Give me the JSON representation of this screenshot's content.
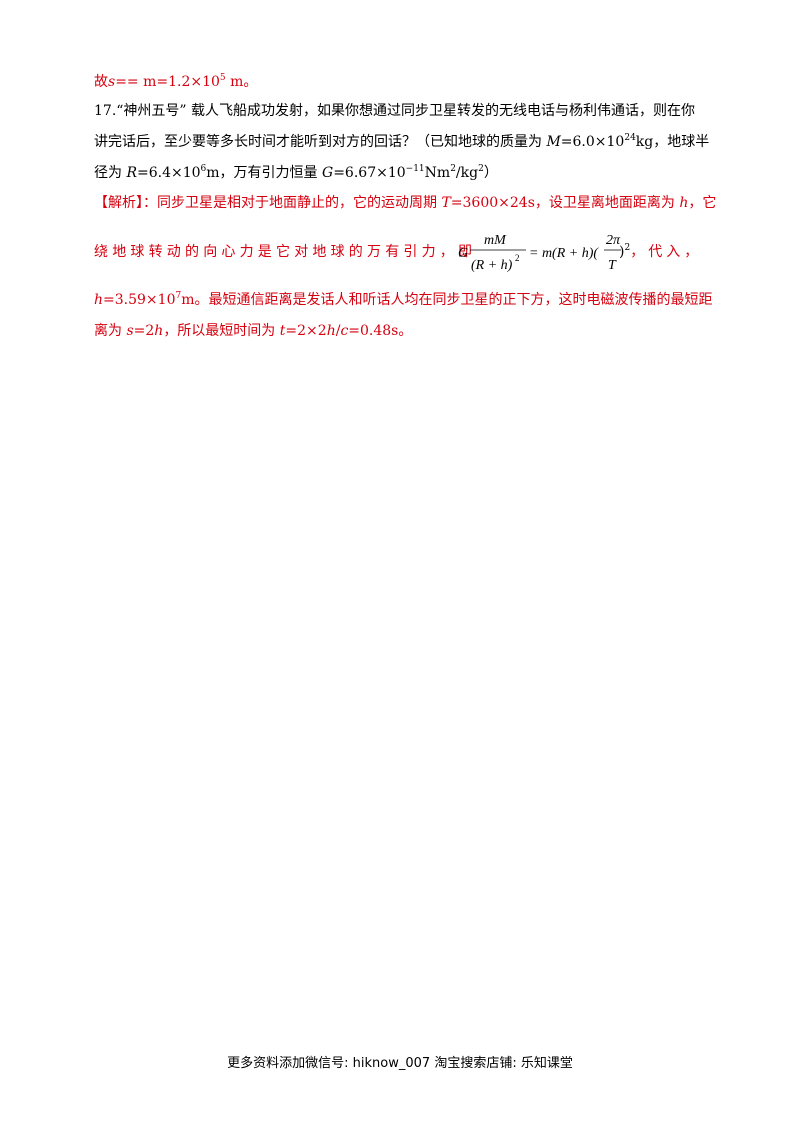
{
  "line1": {
    "prefix": "故",
    "s": "s",
    "eq": "== m=1.2×10",
    "exp": "5",
    "unit": " m。"
  },
  "q17": {
    "l1": "17.“神州五号” 载人飞船成功发射，如果你想通过同步卫星转发的无线电话与杨利伟通话，则在你",
    "l2_a": "讲完话后，至少要等多长时间才能听到对方的回话？（已知地球的质量为 ",
    "l2_M": "M",
    "l2_b": "=6.0×10",
    "l2_exp": "24",
    "l2_c": "kg，地球半",
    "l3_a": "径为 ",
    "l3_R": "R",
    "l3_b": "=6.4×10",
    "l3_exp": "6",
    "l3_c": "m，万有引力恒量 ",
    "l3_G": "G",
    "l3_d": "=6.67×10",
    "l3_exp2": "−11",
    "l3_e": "Nm",
    "l3_exp3": "2",
    "l3_f": "/kg",
    "l3_exp4": "2",
    "l3_g": "）"
  },
  "solution": {
    "tag": "【解析】",
    "l1_a": "：同步卫星是相对于地面静止的，它的运动周期 ",
    "l1_T": "T",
    "l1_b": "=3600×24s，设卫星离地面距离为 ",
    "l1_h": "h",
    "l1_c": "，它",
    "l2_a": "绕地球转动的向心力是它对地球的万有引力，即",
    "l2_b": "，代入，",
    "l3_h": "h",
    "l3_a": "=3.59×10",
    "l3_exp": "7",
    "l3_b": "m。最短通信距离是发话人和听话人均在同步卫星的正下方，这时电磁波传播的最短距",
    "l4_a": "离为 ",
    "l4_s": "s",
    "l4_b": "=2",
    "l4_h": "h",
    "l4_c": "，所以最短时间为 ",
    "l4_t": "t",
    "l4_d": "=2×2",
    "l4_h2": "h",
    "l4_e": "/",
    "l4_cc": "c",
    "l4_f": "=0.48s。"
  },
  "equation": {
    "G": "G",
    "num": "mM",
    "den": "(R + h)",
    "den_exp": "2",
    "rhs": "= m(R + h)(",
    "frac_num": "2π",
    "frac_den": "T",
    "close": ")",
    "close_exp": "2"
  },
  "footer": "更多资料添加微信号: hiknow_007  淘宝搜索店铺: 乐知课堂"
}
